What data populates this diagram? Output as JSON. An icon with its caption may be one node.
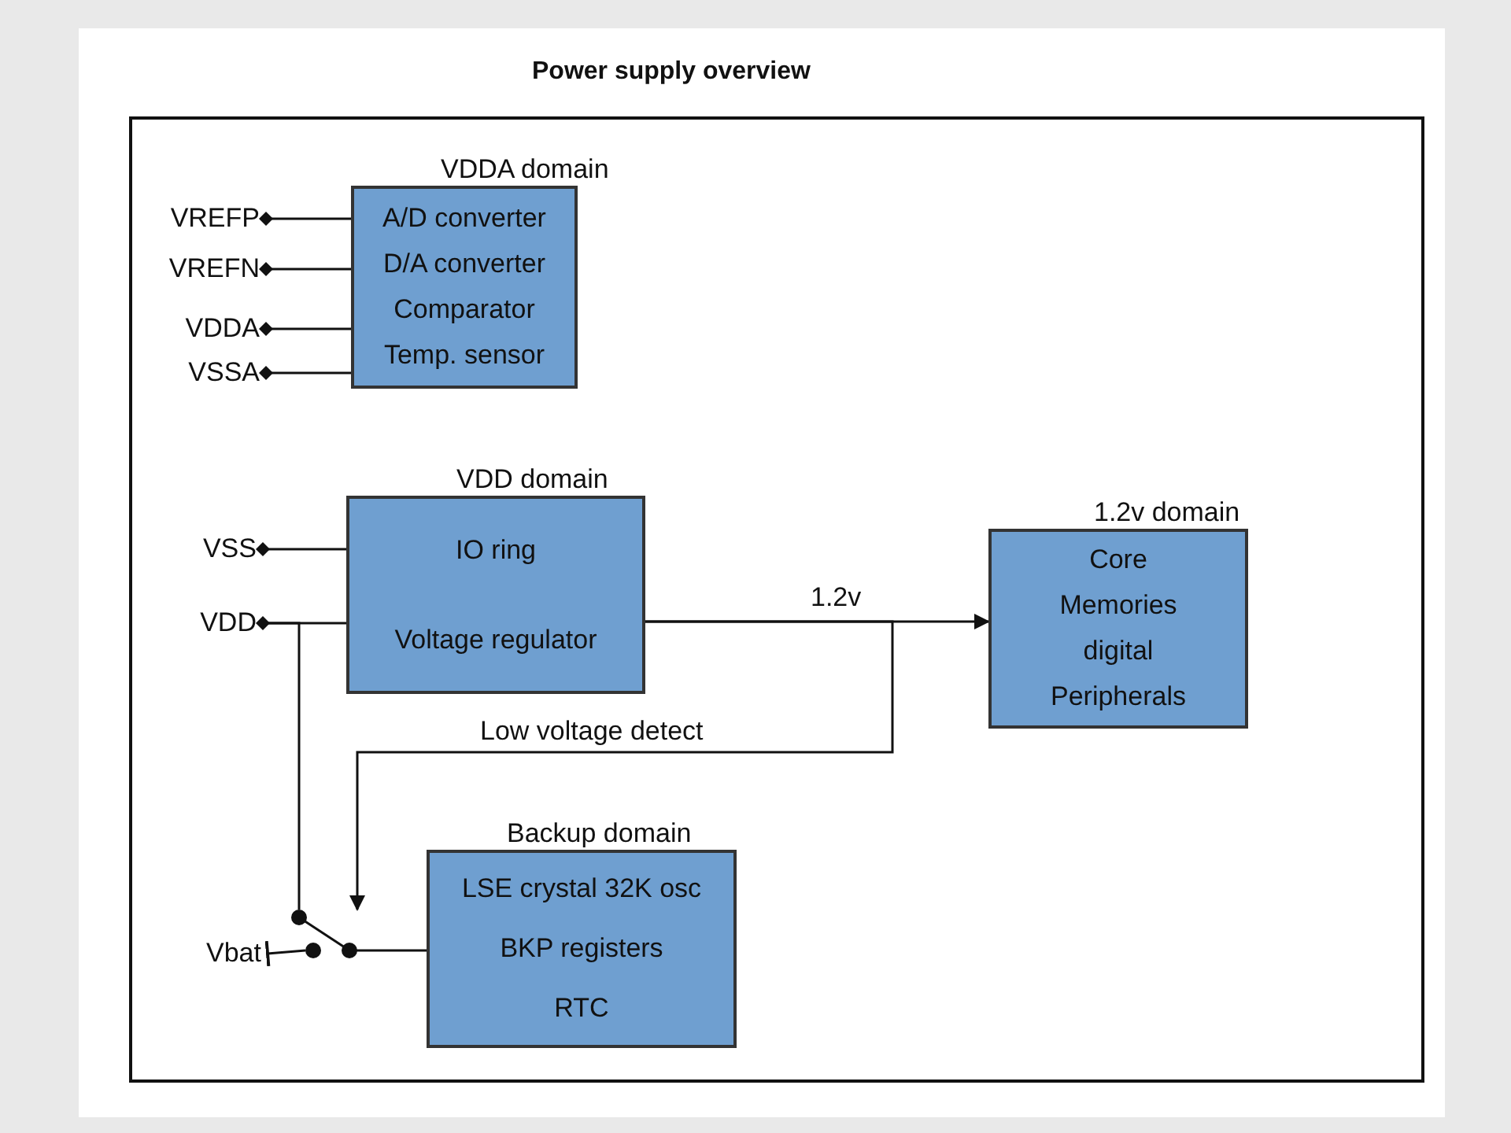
{
  "diagram": {
    "title": "Power supply overview",
    "nodes": [
      {
        "text": [
          "VDDA domain",
          "A/D converter",
          "D/A converter",
          "Comparator",
          "Temp. sensor"
        ]
      },
      {
        "text": [
          "VREFP"
        ]
      },
      {
        "text": [
          "VREFN"
        ]
      },
      {
        "text": [
          "VDDA"
        ]
      },
      {
        "text": [
          "VSSA"
        ]
      },
      {
        "text": [
          "VDD domain",
          "IO ring",
          "Voltage regulator"
        ]
      },
      {
        "text": [
          "VSS"
        ]
      },
      {
        "text": [
          "VDD"
        ]
      },
      {
        "text": [
          "1.2v domain",
          "Core",
          "Memories",
          "digital",
          "Peripherals"
        ]
      },
      {
        "text": [
          "Backup domain",
          "LSE crystal 32K osc",
          "BKP registers",
          "RTC"
        ]
      },
      {
        "text": [
          "Vbat"
        ]
      },
      {
        "text": [],
        "shape": "switch"
      }
    ],
    "edges": [
      {
        "from": 1,
        "to": 0,
        "arrow": "other"
      },
      {
        "from": 2,
        "to": 0,
        "arrow": "other"
      },
      {
        "from": 3,
        "to": 0,
        "arrow": "other"
      },
      {
        "from": 4,
        "to": 0,
        "arrow": "other"
      },
      {
        "from": 6,
        "to": 5,
        "arrow": "other"
      },
      {
        "from": 7,
        "to": 5,
        "arrow": "other"
      },
      {
        "from": 5,
        "to": 8,
        "arrow": "to",
        "label": "1.2v"
      },
      {
        "from": 5,
        "to": 11,
        "arrow": "to",
        "label": "Low voltage detect"
      },
      {
        "from": 7,
        "to": 11,
        "arrow": "none"
      },
      {
        "from": 10,
        "to": 11,
        "arrow": "other"
      },
      {
        "from": 11,
        "to": 9,
        "arrow": "none"
      }
    ]
  }
}
